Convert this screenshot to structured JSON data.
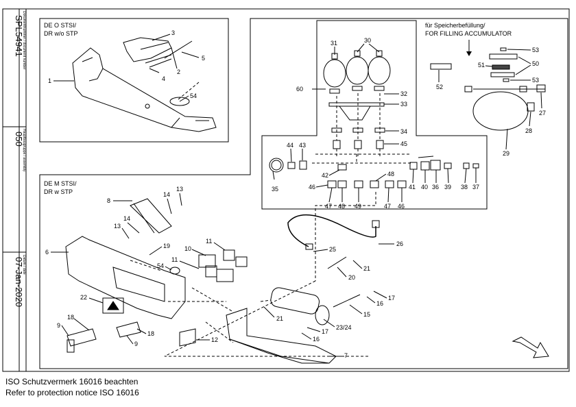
{
  "side_strip": {
    "doc_number": "SPL54941",
    "doc_label": "Dokumentnummer / document number",
    "group": "050",
    "group_label": "Hauptbaugruppe / assembly",
    "date": "07-Jan-2020",
    "date_label": "Datum / date"
  },
  "panel_top_left": {
    "title_line1": "DE O STSI/",
    "title_line2": "DR w/o STP"
  },
  "panel_bottom": {
    "title_line1": "DE M STSI/",
    "title_line2": "DR w STP"
  },
  "accumulator_note": {
    "line1": "für Speicherbefüllung/",
    "line2": "FOR FILLING ACCUMULATOR"
  },
  "callouts": {
    "c1": "1",
    "c2": "2",
    "c3": "3",
    "c4": "4",
    "c5": "5",
    "c54a": "54",
    "c6": "6",
    "c7": "7",
    "c8": "8",
    "c9a": "9",
    "c9b": "9",
    "c10": "10",
    "c11a": "11",
    "c11b": "11",
    "c12": "12",
    "c13a": "13",
    "c13b": "13",
    "c14a": "14",
    "c14b": "14",
    "c15": "15",
    "c16a": "16",
    "c16b": "16",
    "c17a": "17",
    "c17b": "17",
    "c18a": "18",
    "c18b": "18",
    "c19": "19",
    "c20": "20",
    "c21a": "21",
    "c21b": "21",
    "c22": "22",
    "c2324": "23/24",
    "c25": "25",
    "c26": "26",
    "c27": "27",
    "c28": "28",
    "c29": "29",
    "c30": "30",
    "c31": "31",
    "c32": "32",
    "c33": "33",
    "c34": "34",
    "c35": "35",
    "c36": "36",
    "c37": "37",
    "c38": "38",
    "c39": "39",
    "c40": "40",
    "c41": "41",
    "c42": "42",
    "c43": "43",
    "c44": "44",
    "c45": "45",
    "c46a": "46",
    "c46b": "46",
    "c47a": "47",
    "c47b": "47",
    "c48a": "48",
    "c48b": "48",
    "c49": "49",
    "c50": "50",
    "c51": "51",
    "c52": "52",
    "c53a": "53",
    "c53b": "53",
    "c54b": "54",
    "c60": "60"
  },
  "footer": {
    "line1": "ISO Schutzvermerk 16016 beachten",
    "line2": "Refer to protection notice ISO 16016"
  }
}
